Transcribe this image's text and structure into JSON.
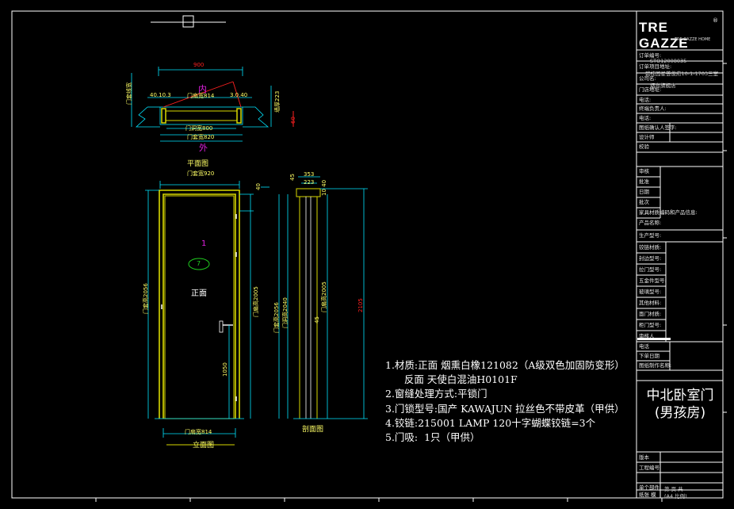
{
  "plan_view": {
    "title": "平面图",
    "overall_width": "900",
    "inside_label": "内",
    "outside_label": "外",
    "frame_offsets": "40.10.3",
    "right_offsets": "3.0.40",
    "door_leaf_width": "门扇宽814",
    "frame_depth_label": "门套线宽",
    "inner_width": "门洞宽800",
    "opening_width": "门套宽820",
    "wall_thickness": "墙厚223",
    "right_dim": "60"
  },
  "elevation_view": {
    "title": "立面图",
    "top_dim": "门套宽920",
    "leaf_number": "1",
    "badge": "7",
    "face_label": "正面",
    "left_height": "门套高2056",
    "right_height": "门扇高2005",
    "handle_height": "1050",
    "bottom_dim": "门扇宽814",
    "gap_dim": "40"
  },
  "section_view": {
    "title": "剖面图",
    "top_dim_1": "353",
    "top_dim_2": "223",
    "side_dim_1": "45",
    "side_dim_2": "10 40",
    "left_height_1": "门套高2056",
    "left_height_2": "门洞高2040",
    "right_height": "门扇高2005",
    "overall_height": "2105",
    "mid_dim": "45"
  },
  "notes": [
    "1.材质:正面 烟熏白橡121082（A级双色加固防变形）",
    "      反面 天使白混油H0101F",
    "2.窗缝处理方式:平锁门",
    "3.门锁型号:国产 KAWAJUN 拉丝色不带皮革（甲供）",
    "4.铰链:215001 LAMP 120十字蝴蝶铰链=3个",
    "5.门吸:  1只（甲供）"
  ],
  "title_block": {
    "brand": "TRE GAZZE",
    "brand_sub": "TRE GAZZE HOME",
    "brand_mark": "®",
    "fields": [
      {
        "label": "订单编号:",
        "value": "STO12008035"
      },
      {
        "label": "订单项目地址:",
        "value": "碧桂园星荟俊府10-1-1703三室"
      },
      {
        "label": "公司名:",
        "value": "烟台旗舰店"
      },
      {
        "label": "门店地址:",
        "value": ""
      },
      {
        "label": "电话:",
        "value": ""
      },
      {
        "label": "终端负责人:",
        "value": ""
      },
      {
        "label": "电话:",
        "value": ""
      },
      {
        "label": "图纸确认人签字:",
        "value": ""
      },
      {
        "label": "设计师",
        "value": ""
      },
      {
        "label": "校验",
        "value": ""
      },
      {
        "label": "审核",
        "value": ""
      },
      {
        "label": "批准",
        "value": ""
      },
      {
        "label": "日期",
        "value": ""
      },
      {
        "label": "批次",
        "value": ""
      },
      {
        "label": "家具材质编码和产品信息:",
        "value": ""
      },
      {
        "label": "产品名称:",
        "value": ""
      },
      {
        "label": "生产型号:",
        "value": ""
      },
      {
        "label": "铰链材质:",
        "value": ""
      },
      {
        "label": "封边型号:",
        "value": ""
      },
      {
        "label": "拉门型号:",
        "value": ""
      },
      {
        "label": "五金件型号:",
        "value": ""
      },
      {
        "label": "玻璃型号:",
        "value": ""
      },
      {
        "label": "其他材料:",
        "value": ""
      },
      {
        "label": "面门材质:",
        "value": ""
      },
      {
        "label": "柜门型号:",
        "value": ""
      },
      {
        "label": "审核人",
        "value": ""
      },
      {
        "label": "电话",
        "value": ""
      },
      {
        "label": "下单日期",
        "value": ""
      },
      {
        "label": "图纸制作名称:",
        "value": ""
      }
    ],
    "product_name_1": "中北卧室门",
    "product_name_2": "(男孩房)",
    "bottom_fields": [
      {
        "label": "版本",
        "value": ""
      },
      {
        "label": "工程编号",
        "value": ""
      },
      {
        "label": "",
        "value": ""
      },
      {
        "label": "单个部件",
        "value": "第 页 共"
      },
      {
        "label": "纸张 模",
        "value": "(A4 比例)"
      }
    ]
  },
  "colors": {
    "background": "#000000",
    "frame_yellow": "#d8d800",
    "dim_cyan": "#00e5ff",
    "dim_text": "#ffff66",
    "red": "#ff2020",
    "magenta": "#e020e0",
    "green": "#20d020",
    "white": "#ffffff"
  }
}
